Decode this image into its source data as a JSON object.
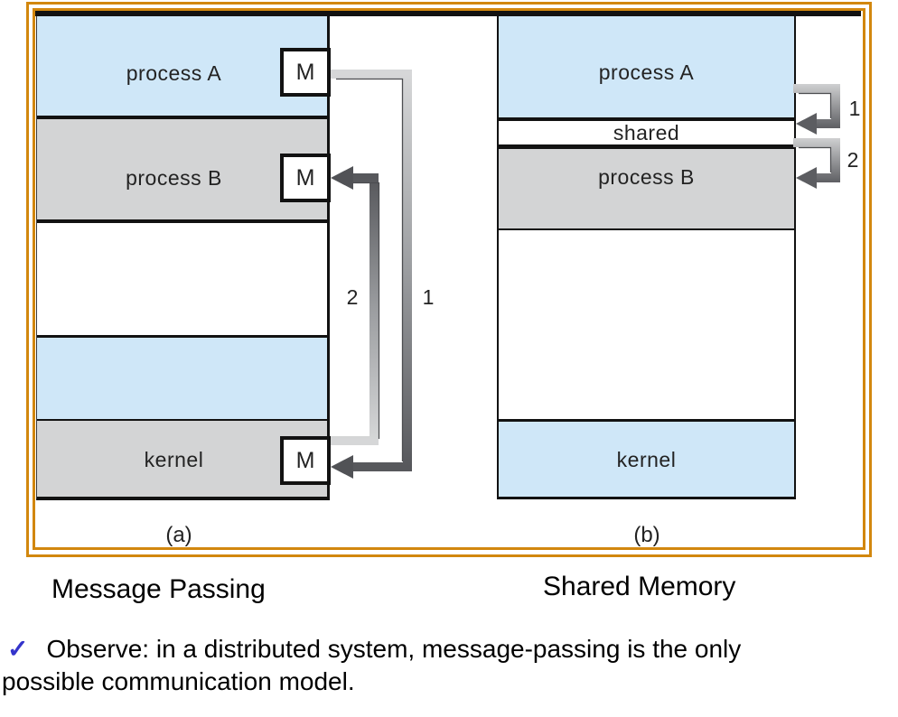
{
  "diagram_a": {
    "label": "(a)",
    "caption": "Message Passing",
    "regions": [
      {
        "label": "process A"
      },
      {
        "label": "process B"
      },
      {
        "label": ""
      },
      {
        "label": ""
      },
      {
        "label": "kernel"
      }
    ],
    "message_boxes": [
      "M",
      "M",
      "M"
    ],
    "arrows": [
      {
        "label": "1"
      },
      {
        "label": "2"
      }
    ]
  },
  "diagram_b": {
    "label": "(b)",
    "caption": "Shared Memory",
    "regions": [
      {
        "label": "process A"
      },
      {
        "label": "shared"
      },
      {
        "label": "process B"
      },
      {
        "label": ""
      },
      {
        "label": "kernel"
      }
    ],
    "arrows": [
      {
        "label": "1"
      },
      {
        "label": "2"
      }
    ]
  },
  "note": {
    "bullet": "✓",
    "line1": "Observe: in a distributed system, message-passing is the only",
    "line2": "possible communication model."
  },
  "colors": {
    "frame_orange": "#d2870e",
    "band_blue": "#cfe7f8",
    "band_gray": "#d3d4d5",
    "line_black": "#121212",
    "arrow_light": "#d6d7d8",
    "arrow_dark": "#57585c",
    "check_blue": "#3434cb"
  }
}
